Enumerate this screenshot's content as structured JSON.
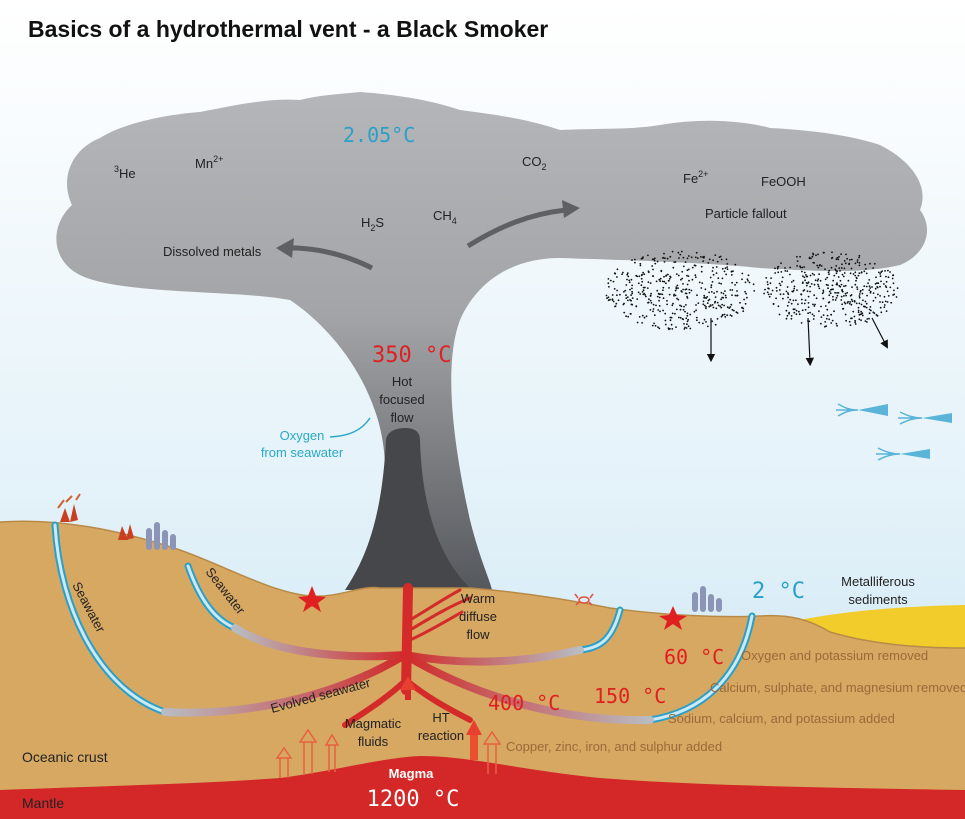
{
  "title": "Basics of a hydrothermal vent - a Black Smoker",
  "plume": {
    "temp_top": "2.05°C",
    "helium": {
      "sup": "3",
      "base": "He"
    },
    "manganese": {
      "base": "Mn",
      "sup": "2+"
    },
    "co2": {
      "base": "CO",
      "sub": "2"
    },
    "h2s": {
      "base": "H",
      "sub": "2",
      "rest": "S"
    },
    "ch4": {
      "base": "CH",
      "sub": "4"
    },
    "iron": {
      "base": "Fe",
      "sup": "2+"
    },
    "feooh": "FeOOH",
    "dissolved_metals": "Dissolved metals",
    "particle_fallout": "Particle fallout",
    "temp_vent": "350 °C",
    "hot_flow": [
      "Hot",
      "focused",
      "flow"
    ],
    "oxygen": [
      "Oxygen",
      "from seawater"
    ]
  },
  "seafloor": {
    "seawater_left": "Seawater",
    "seawater_mid": "Seawater",
    "warm_flow": [
      "Warm",
      "diffuse",
      "flow"
    ],
    "temp_2": "2 °C",
    "metalliferous": [
      "Metalliferous",
      "sediments"
    ],
    "temp_60": "60 °C",
    "temp_150": "150 °C",
    "temp_400": "400 °C",
    "evolved_seawater": "Evolved seawater",
    "magmatic_fluids": [
      "Magmatic",
      "fluids"
    ],
    "ht_reaction": [
      "HT",
      "reaction"
    ],
    "notes": [
      "Oxygen and potassium removed",
      "Calcium, sulphate, and magnesium removed",
      "Sodium, calcium, and potassium added",
      "Copper, zinc, iron, and sulphur added"
    ],
    "oceanic_crust": "Oceanic crust",
    "mantle": "Mantle",
    "magma": "Magma",
    "temp_magma": "1200 °C"
  },
  "colors": {
    "ocean": "#d8ecf6",
    "plume": "#a8aaad",
    "crust": "#d4a45c",
    "mantle": "#d42a2a",
    "hot": "#e02020",
    "cold": "#2aa0c8",
    "sediment": "#f2cc2a"
  }
}
